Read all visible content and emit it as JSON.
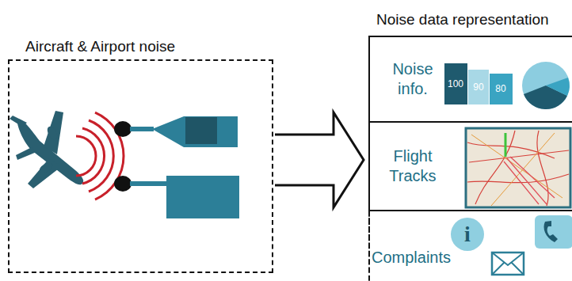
{
  "diagram": {
    "nodes": [
      {
        "text": [
          "Aircraft & Airport noise"
        ]
      },
      {
        "text": [
          "Noise data representation"
        ]
      },
      {
        "text": [
          "Noise info."
        ],
        "in": 1
      },
      {
        "text": [
          "Flight Tracks"
        ],
        "in": 1
      },
      {
        "text": [
          "Complaints"
        ],
        "in": 1
      }
    ],
    "edges": [
      {
        "from": 0,
        "to": 1,
        "arrow": "to"
      }
    ],
    "labels": [
      "100",
      "90",
      "80",
      "i"
    ]
  }
}
